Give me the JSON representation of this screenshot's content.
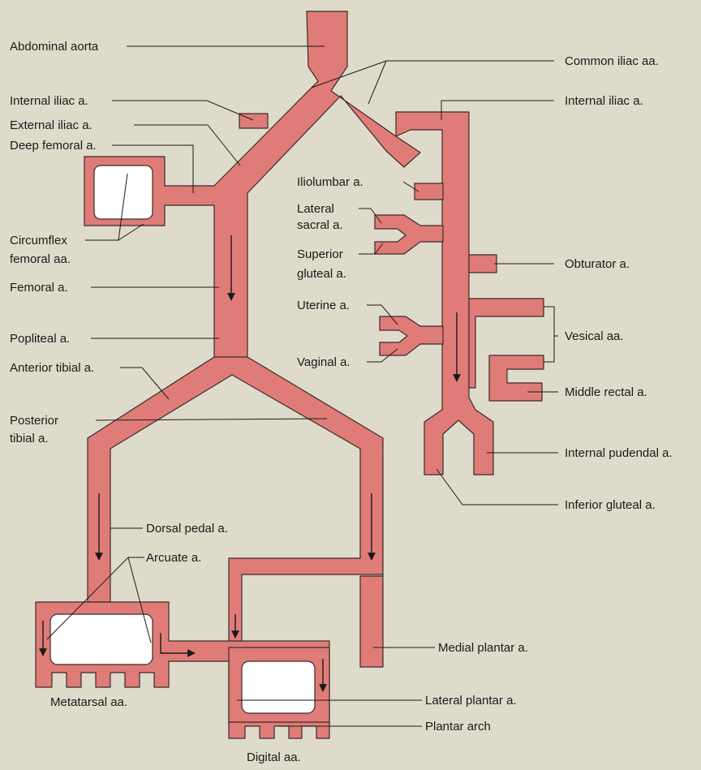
{
  "colors": {
    "background": "#dfdbcb",
    "vessel": "#e07c78",
    "vessel_outline": "#3a2a2a",
    "window": "#ffffff",
    "text": "#1a1a1a"
  },
  "labels": {
    "abdominal_aorta": "Abdominal aorta",
    "common_iliac": "Common iliac aa.",
    "internal_iliac_left": "Internal iliac a.",
    "internal_iliac_right": "Internal iliac a.",
    "external_iliac": "External iliac a.",
    "deep_femoral": "Deep femoral a.",
    "circumflex_1": "Circumflex",
    "circumflex_2": "femoral aa.",
    "femoral": "Femoral a.",
    "popliteal": "Popliteal a.",
    "anterior_tibial": "Anterior tibial a.",
    "posterior_tibial_1": "Posterior",
    "posterior_tibial_2": "tibial a.",
    "iliolumbar": "Iliolumbar a.",
    "lateral_sacral_1": "Lateral",
    "lateral_sacral_2": "sacral a.",
    "superior_gluteal_1": "Superior",
    "superior_gluteal_2": "gluteal a.",
    "obturator": "Obturator a.",
    "uterine": "Uterine a.",
    "vesical": "Vesical aa.",
    "vaginal": "Vaginal a.",
    "middle_rectal": "Middle rectal a.",
    "internal_pudendal": "Internal pudendal a.",
    "inferior_gluteal": "Inferior gluteal a.",
    "dorsal_pedal": "Dorsal pedal a.",
    "arcuate": "Arcuate a.",
    "metatarsal": "Metatarsal aa.",
    "medial_plantar": "Medial plantar a.",
    "lateral_plantar": "Lateral plantar a.",
    "plantar_arch": "Plantar arch",
    "digital": "Digital aa."
  }
}
